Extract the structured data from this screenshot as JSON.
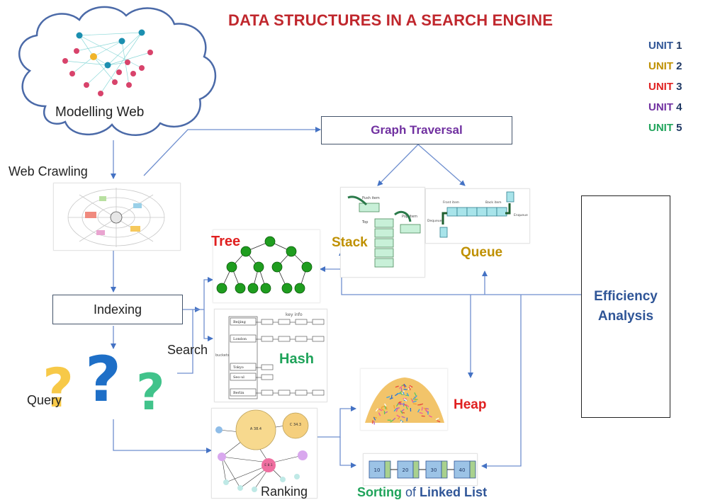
{
  "title": "DATA STRUCTURES IN A SEARCH ENGINE",
  "legend": [
    {
      "prefix": "UNIT",
      "num": "1",
      "color": "#2f5597"
    },
    {
      "prefix": "UNIT",
      "num": "2",
      "color": "#bf9000"
    },
    {
      "prefix": "UNIT",
      "num": "3",
      "color": "#e02020"
    },
    {
      "prefix": "UNIT",
      "num": "4",
      "color": "#7030a0"
    },
    {
      "prefix": "UNIT",
      "num": "5",
      "color": "#1fa35a"
    }
  ],
  "nodes": {
    "modelling_web": "Modelling Web",
    "web_crawling": "Web Crawling",
    "graph_traversal": "Graph Traversal",
    "indexing": "Indexing",
    "query": "Query",
    "search": "Search",
    "tree": "Tree",
    "stack": "Stack",
    "queue": "Queue",
    "hash": "Hash",
    "heap": "Heap",
    "ranking": "Ranking",
    "sorting": "Sorting",
    "of": "of",
    "linked_list": "Linked List",
    "efficiency_line1": "Efficiency",
    "efficiency_line2": "Analysis"
  },
  "hash_image": {
    "keys": [
      "Beijing",
      "London",
      "Tokyo",
      "Seo-ul",
      "Berlin"
    ],
    "side_label": "buckets",
    "top_label": "key info"
  },
  "stack_image": {
    "push_label": "Push item",
    "pop_label": "Pop item",
    "top_label": "Top"
  },
  "queue_image": {
    "front_label": "Front item",
    "back_label": "Back item",
    "dequeue": "Dequeue",
    "enqueue": "Enqueue"
  },
  "ranking_image": {
    "big1": "A\n38.4",
    "big2": "C\n34.3",
    "pink": "E\n8.1"
  },
  "linked_list_image": {
    "cells": [
      "10",
      "20",
      "30",
      "40"
    ]
  }
}
